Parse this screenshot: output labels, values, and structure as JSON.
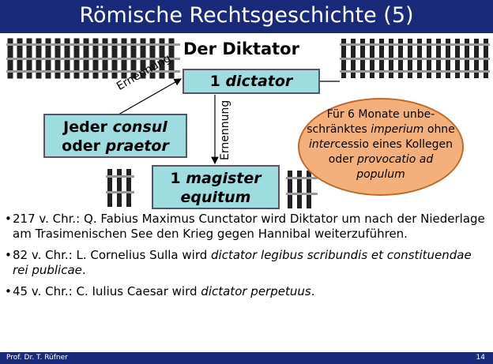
{
  "slide": {
    "title": "Römische Rechtsgeschichte (5)",
    "heading": "Der Diktator",
    "footer": "Prof. Dr. T. Rüfner",
    "page_number": "14"
  },
  "diagram": {
    "dictator_box": {
      "num": "1 ",
      "label": "dictator"
    },
    "consul_box": {
      "part1": "Jeder ",
      "consul": "consul",
      "part2": "oder ",
      "praetor": "praetor"
    },
    "magister_box": {
      "num": "1 ",
      "magister": "magister",
      "equitum": "equitum"
    },
    "ernennung_left": "Ernennung",
    "ernennung_vertical": "Ernennung",
    "oval": {
      "l1": "Für 6 Monate unbe-",
      "l2a": "schränktes ",
      "l2b": "imperium",
      "l2c": " ohne",
      "l3a": "inter",
      "l3b": "cessio eines Kollegen",
      "l4a": "oder ",
      "l4b": "provocatio ad",
      "l5": "populum"
    }
  },
  "bullets": {
    "b1": "217 v. Chr.: Q. Fabius Maximus Cunctator wird Diktator um nach der Niederlage am Trasimenischen See den Krieg gegen Hannibal weiterzuführen.",
    "b2a": "82 v. Chr.: L. Cornelius Sulla wird ",
    "b2b": "dictator legibus scribundis et constituendae rei publicae",
    "b2c": ".",
    "b3a": "45 v. Chr.: C. Iulius Caesar wird ",
    "b3b": "dictator perpetuus",
    "b3c": "."
  },
  "colors": {
    "bar": "#1a2a7a",
    "box_fill": "#9fdcdf",
    "oval_fill": "#f4b07a"
  }
}
